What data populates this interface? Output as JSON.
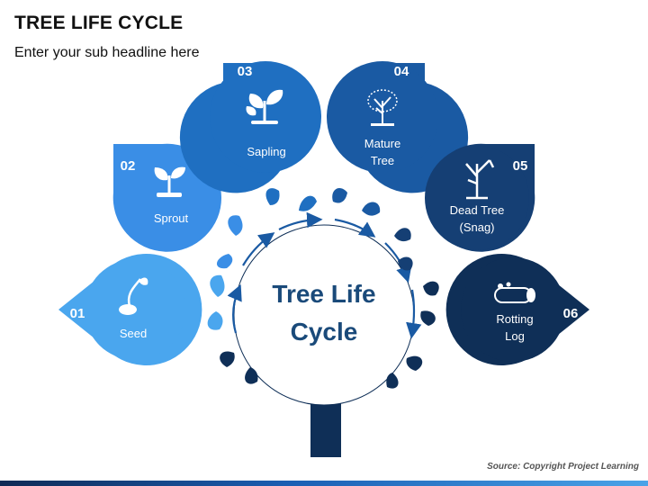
{
  "header": {
    "title": "TREE LIFE CYCLE",
    "subtitle": "Enter your sub headline here"
  },
  "center": {
    "line1": "Tree Life",
    "line2": "Cycle"
  },
  "stages": [
    {
      "num": "01",
      "label": [
        "Seed"
      ],
      "icon": "seed-sprout-icon",
      "color": "#4aa6ee"
    },
    {
      "num": "02",
      "label": [
        "Sprout"
      ],
      "icon": "sprout-icon",
      "color": "#3a8ee6"
    },
    {
      "num": "03",
      "label": [
        "Sapling"
      ],
      "icon": "sapling-icon",
      "color": "#1f6fc1"
    },
    {
      "num": "04",
      "label": [
        "Mature",
        "Tree"
      ],
      "icon": "mature-tree-icon",
      "color": "#1a5aa3"
    },
    {
      "num": "05",
      "label": [
        "Dead Tree",
        "(Snag)"
      ],
      "icon": "dead-tree-icon",
      "color": "#153f74"
    },
    {
      "num": "06",
      "label": [
        "Rotting",
        "Log"
      ],
      "icon": "rotting-log-icon",
      "color": "#0f2f57"
    }
  ],
  "footer": {
    "source": "Source: Copyright Project Learning"
  },
  "colors": {
    "light_blue": "#4aa6ee",
    "dark_navy": "#0f2f57",
    "center_text": "#1a4a7a"
  }
}
